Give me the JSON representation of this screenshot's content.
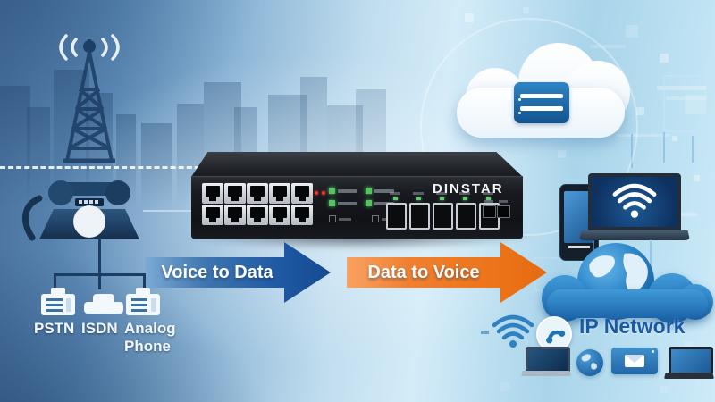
{
  "flow": {
    "voice_to_data_label": "Voice to Data",
    "data_to_voice_label": "Data to Voice"
  },
  "device": {
    "brand": "DINSTAR",
    "left_port_rows": 2,
    "left_port_cols": 5,
    "right_port_count": 5,
    "aux_port_count": 2,
    "green_led_count": 4,
    "red_led_count": 2
  },
  "legacy": {
    "items": [
      {
        "label": "PSTN",
        "icon": "fax-machine-icon"
      },
      {
        "label": "ISDN",
        "icon": "desk-modem-icon"
      },
      {
        "label": "Analog Phone",
        "icon": "fax-machine-icon"
      }
    ]
  },
  "ip": {
    "network_label": "IP Network"
  },
  "icons": [
    "radio-tower-icon",
    "rotary-phone-icon",
    "fax-machine-icon",
    "desk-modem-icon",
    "server-cloud-icon",
    "wifi-icon",
    "smartphone-icon",
    "laptop-icon",
    "globe-icon",
    "voip-badge-icon",
    "email-screen-icon",
    "ip-cloud-icon"
  ],
  "colors": {
    "arrow_blue": "#1d57a2",
    "arrow_orange": "#ec7318",
    "ip_label_blue": "#1a5aa4",
    "cloud_blue": "#2176bb",
    "led_green": "#55c163",
    "legacy_line_navy": "#1c3c64"
  }
}
